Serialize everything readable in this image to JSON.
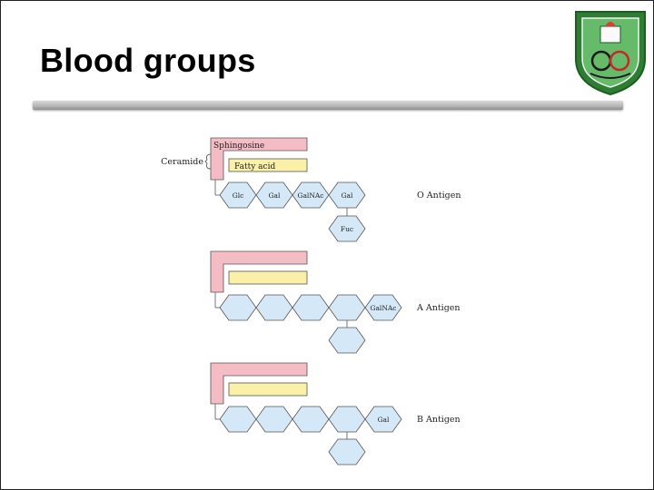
{
  "slide": {
    "title": "Blood groups"
  },
  "diagram": {
    "ceramide_label": "Ceramide",
    "sphingosine_label": "Sphingosine",
    "fatty_acid_label": "Fatty acid",
    "o_chain": [
      "Glc",
      "Gal",
      "GalNAc",
      "Gal"
    ],
    "o_branch": "Fuc",
    "a_terminal": "GalNAc",
    "b_terminal": "Gal",
    "antigens": {
      "o": "O Antigen",
      "a": "A Antigen",
      "b": "B Antigen"
    },
    "colors": {
      "sphingosine": "#f4bcc4",
      "fatty_acid": "#fbf0a8",
      "sugar": "#d4e8f8",
      "outline": "#555555"
    }
  }
}
